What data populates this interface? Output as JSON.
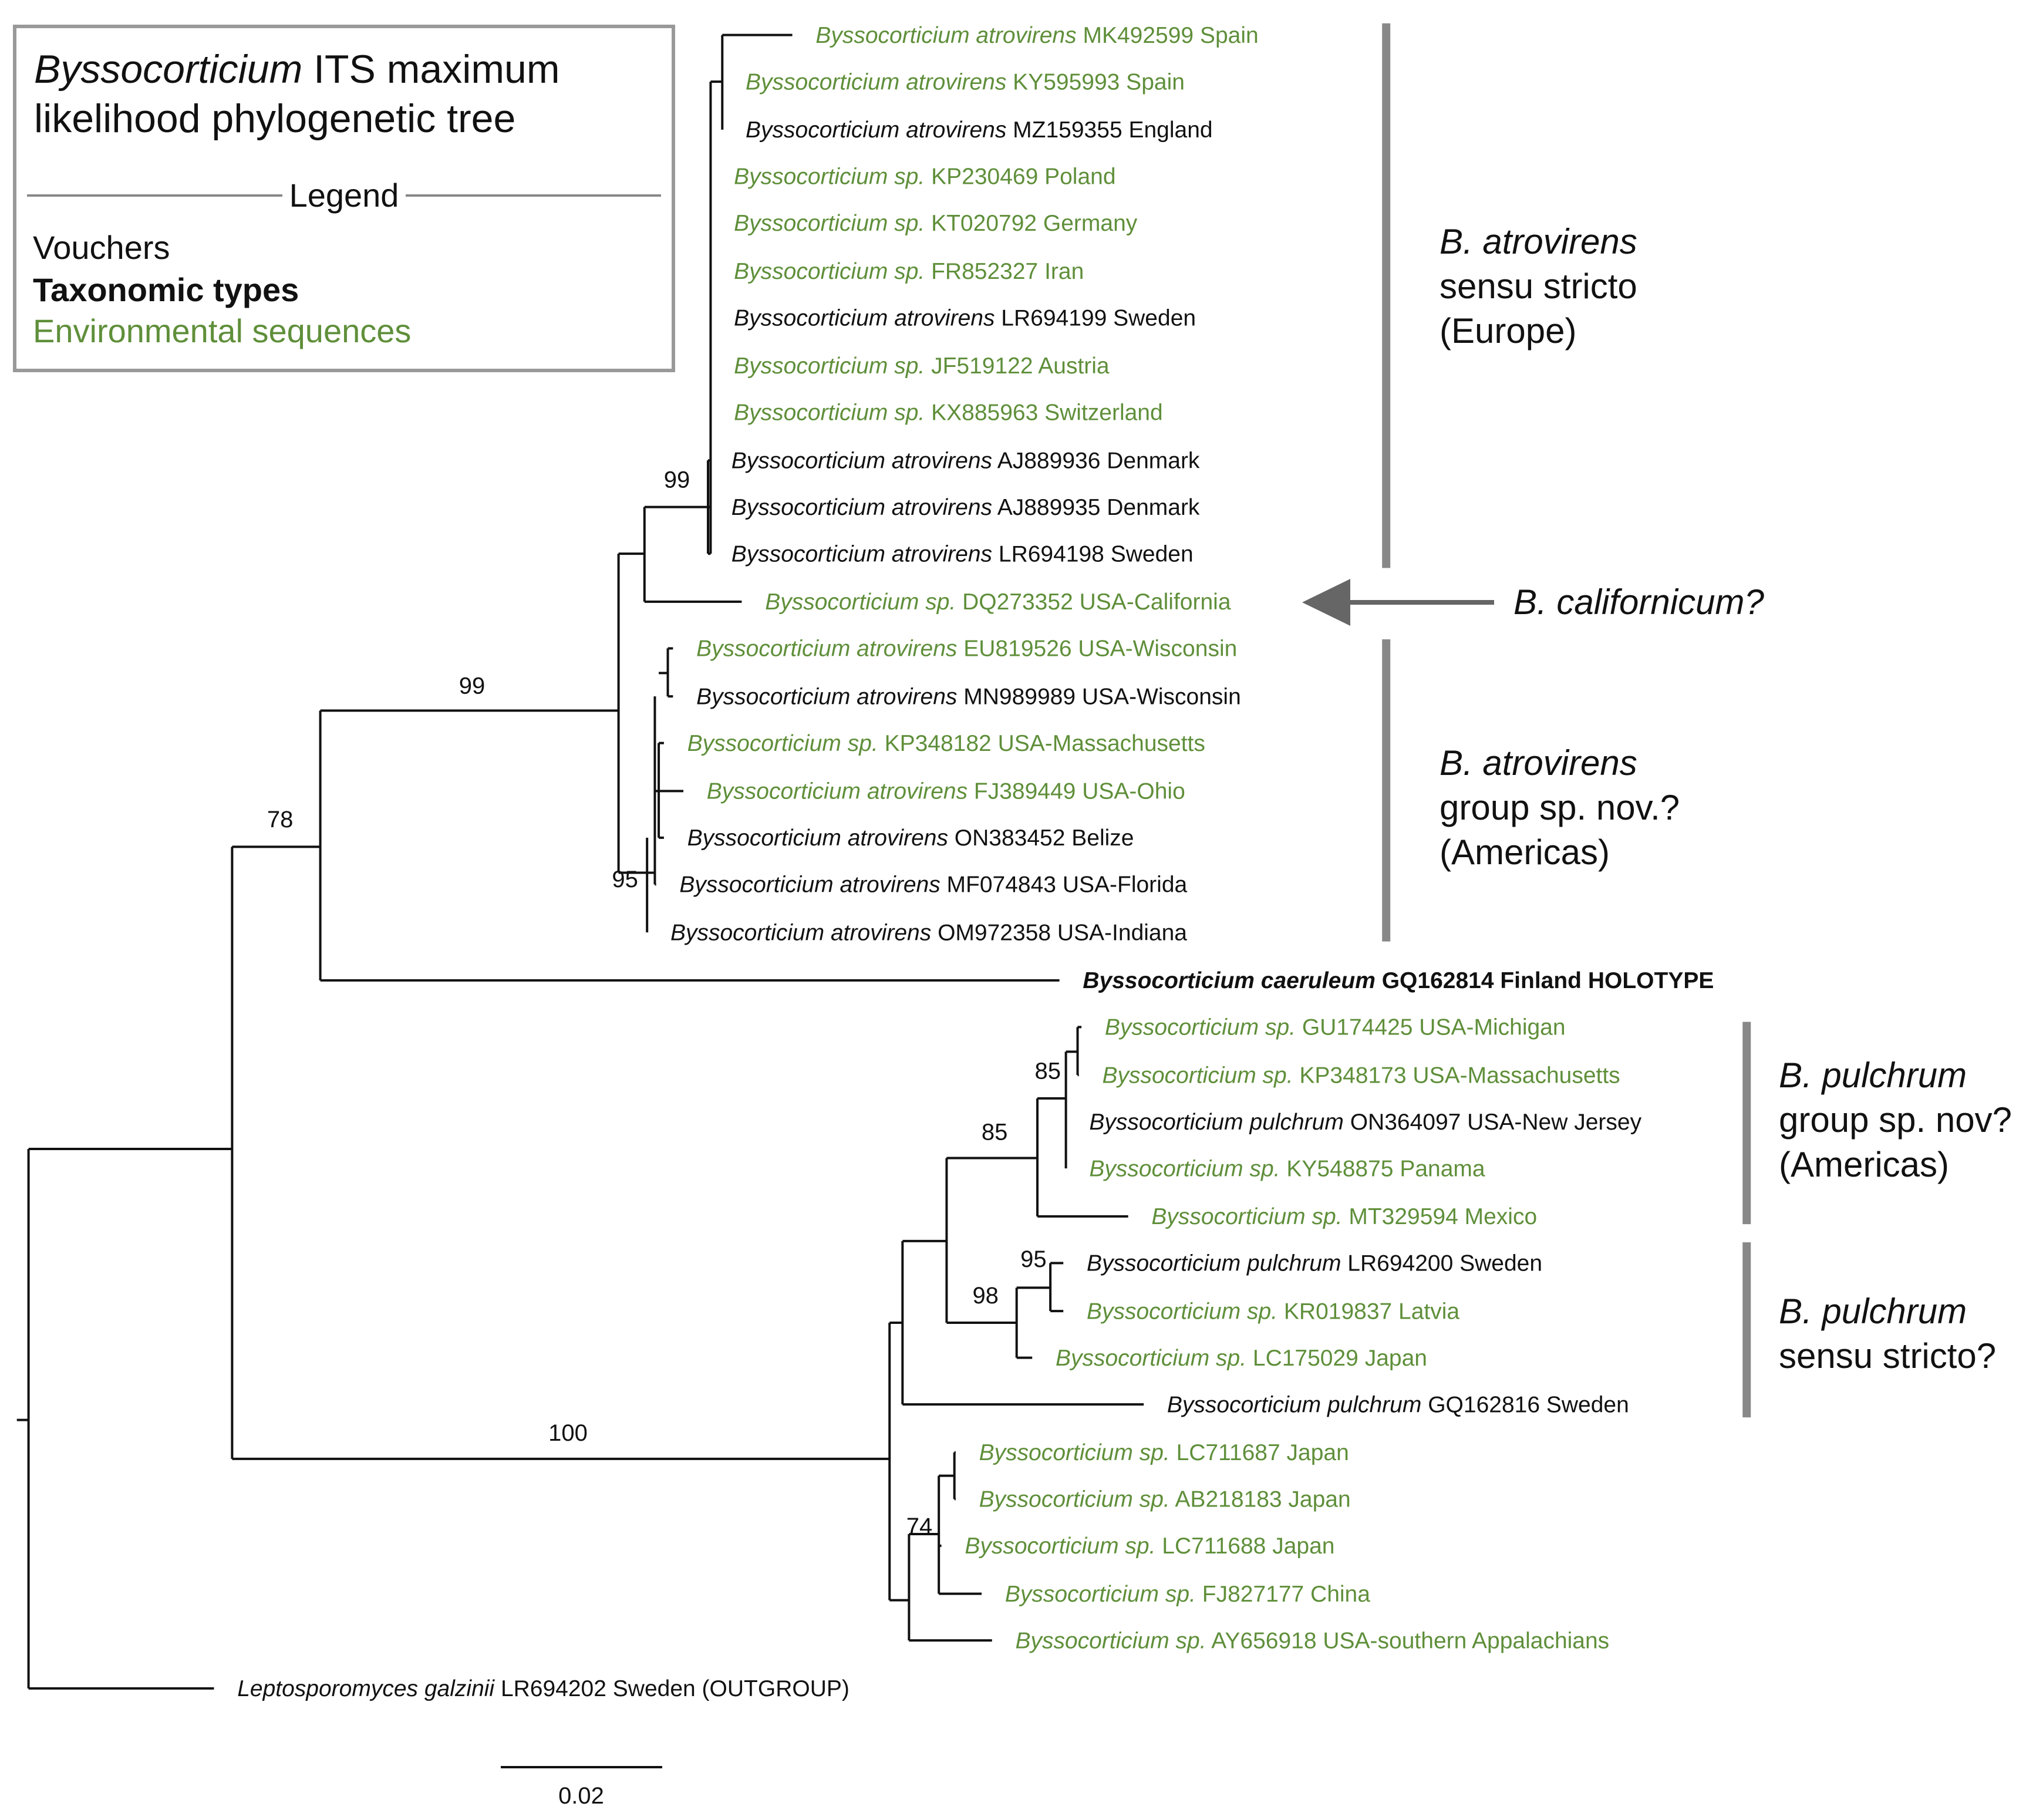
{
  "legend": {
    "title_italic": "Byssocorticium",
    "title_rest": " ITS maximum",
    "title_line2": "likelihood phylogenetic tree",
    "heading": "Legend",
    "items": {
      "vouchers": "Vouchers",
      "types": "Taxonomic types",
      "environmental": "Environmental sequences"
    }
  },
  "colors": {
    "voucher": "#111111",
    "type": "#111111",
    "environmental": "#5f8f3a",
    "branch": "#111111",
    "bar": "#888888",
    "arrow": "#666666"
  },
  "tips": [
    {
      "genus": "Byssocorticium atrovirens",
      "rest": " MK492599 Spain",
      "kind": "environmental"
    },
    {
      "genus": "Byssocorticium atrovirens",
      "rest": " KY595993 Spain",
      "kind": "environmental"
    },
    {
      "genus": "Byssocorticium atrovirens",
      "rest": " MZ159355 England",
      "kind": "voucher"
    },
    {
      "genus": "Byssocorticium sp.",
      "rest": " KP230469 Poland",
      "kind": "environmental"
    },
    {
      "genus": "Byssocorticium sp.",
      "rest": " KT020792 Germany",
      "kind": "environmental"
    },
    {
      "genus": "Byssocorticium sp.",
      "rest": " FR852327 Iran",
      "kind": "environmental"
    },
    {
      "genus": "Byssocorticium atrovirens",
      "rest": " LR694199 Sweden",
      "kind": "voucher"
    },
    {
      "genus": "Byssocorticium sp.",
      "rest": " JF519122 Austria",
      "kind": "environmental"
    },
    {
      "genus": "Byssocorticium sp.",
      "rest": " KX885963 Switzerland",
      "kind": "environmental"
    },
    {
      "genus": "Byssocorticium atrovirens",
      "rest": " AJ889936 Denmark",
      "kind": "voucher"
    },
    {
      "genus": "Byssocorticium atrovirens",
      "rest": " AJ889935 Denmark",
      "kind": "voucher"
    },
    {
      "genus": "Byssocorticium atrovirens",
      "rest": " LR694198 Sweden",
      "kind": "voucher"
    },
    {
      "genus": "Byssocorticium sp.",
      "rest": " DQ273352 USA-California",
      "kind": "environmental"
    },
    {
      "genus": "Byssocorticium atrovirens",
      "rest": " EU819526 USA-Wisconsin",
      "kind": "environmental"
    },
    {
      "genus": "Byssocorticium atrovirens",
      "rest": " MN989989 USA-Wisconsin",
      "kind": "voucher"
    },
    {
      "genus": "Byssocorticium sp.",
      "rest": " KP348182 USA-Massachusetts",
      "kind": "environmental"
    },
    {
      "genus": "Byssocorticium atrovirens",
      "rest": " FJ389449 USA-Ohio",
      "kind": "environmental"
    },
    {
      "genus": "Byssocorticium atrovirens",
      "rest": " ON383452 Belize",
      "kind": "voucher"
    },
    {
      "genus": "Byssocorticium atrovirens",
      "rest": " MF074843 USA-Florida",
      "kind": "voucher"
    },
    {
      "genus": "Byssocorticium atrovirens",
      "rest": " OM972358 USA-Indiana",
      "kind": "voucher"
    },
    {
      "genus": "Byssocorticium caeruleum",
      "rest": " GQ162814 Finland HOLOTYPE",
      "kind": "type"
    },
    {
      "genus": "Byssocorticium sp.",
      "rest": " GU174425 USA-Michigan",
      "kind": "environmental"
    },
    {
      "genus": "Byssocorticium sp.",
      "rest": " KP348173 USA-Massachusetts",
      "kind": "environmental"
    },
    {
      "genus": "Byssocorticium pulchrum",
      "rest": " ON364097 USA-New Jersey",
      "kind": "voucher"
    },
    {
      "genus": "Byssocorticium sp.",
      "rest": " KY548875 Panama",
      "kind": "environmental"
    },
    {
      "genus": "Byssocorticium sp.",
      "rest": " MT329594 Mexico",
      "kind": "environmental"
    },
    {
      "genus": "Byssocorticium pulchrum",
      "rest": " LR694200 Sweden",
      "kind": "voucher"
    },
    {
      "genus": "Byssocorticium sp.",
      "rest": " KR019837 Latvia",
      "kind": "environmental"
    },
    {
      "genus": "Byssocorticium sp.",
      "rest": " LC175029 Japan",
      "kind": "environmental"
    },
    {
      "genus": "Byssocorticium pulchrum",
      "rest": " GQ162816 Sweden",
      "kind": "voucher"
    },
    {
      "genus": "Byssocorticium sp.",
      "rest": " LC711687 Japan",
      "kind": "environmental"
    },
    {
      "genus": "Byssocorticium sp.",
      "rest": " AB218183 Japan",
      "kind": "environmental"
    },
    {
      "genus": "Byssocorticium sp.",
      "rest": " LC711688 Japan",
      "kind": "environmental"
    },
    {
      "genus": "Byssocorticium sp.",
      "rest": " FJ827177 China",
      "kind": "environmental"
    },
    {
      "genus": "Byssocorticium sp.",
      "rest": " AY656918 USA-southern Appalachians",
      "kind": "environmental"
    },
    {
      "genus": "Leptosporomyces galzinii",
      "rest": " LR694202 Sweden (OUTGROUP)",
      "kind": "voucher"
    }
  ],
  "support_values": [
    "99",
    "99",
    "78",
    "95",
    "85",
    "85",
    "95",
    "98",
    "100",
    "74"
  ],
  "clades": {
    "atrovirens_ss": {
      "italic": "B. atrovirens",
      "line2": "sensu stricto",
      "line3": "(Europe)"
    },
    "californicum": {
      "label": "B. californicum?"
    },
    "atrovirens_group": {
      "italic": "B. atrovirens",
      "line2": "group sp. nov.?",
      "line3": "(Americas)"
    },
    "pulchrum_group": {
      "italic": "B. pulchrum",
      "line2": "group sp. nov?",
      "line3": "(Americas)"
    },
    "pulchrum_ss": {
      "italic": "B. pulchrum",
      "line2": "sensu stricto?"
    }
  },
  "scale_bar": {
    "label": "0.02"
  }
}
